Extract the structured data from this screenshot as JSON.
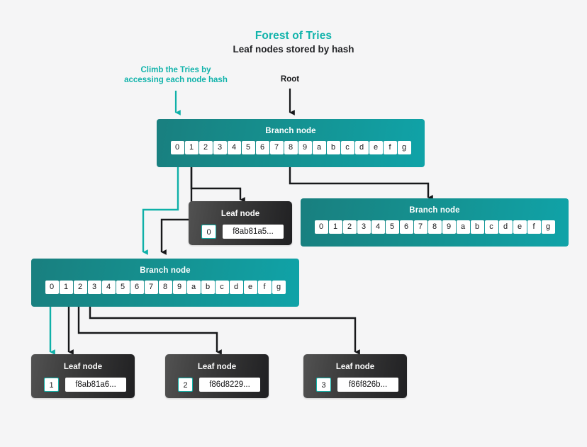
{
  "header": {
    "title": "Forest of Tries",
    "subtitle": "Leaf nodes stored by hash",
    "accent_color": "#11b3ab"
  },
  "annotations": {
    "climb": "Climb the Tries by\naccessing each node hash",
    "root": "Root"
  },
  "palette": {
    "background": "#f5f5f6",
    "branch_gradient_start": "#197f7f",
    "branch_gradient_end": "#10a3a8",
    "leaf_gradient_start": "#525252",
    "leaf_gradient_end": "#202022",
    "accent": "#11b3ab",
    "wire_dark": "#17181a",
    "wire_accent": "#0fb0a8"
  },
  "cell_keys": [
    "0",
    "1",
    "2",
    "3",
    "4",
    "5",
    "6",
    "7",
    "8",
    "9",
    "a",
    "b",
    "c",
    "d",
    "e",
    "f",
    "g"
  ],
  "nodes": {
    "root_branch": {
      "label": "Branch node",
      "keys": [
        "0",
        "1",
        "2",
        "3",
        "4",
        "5",
        "6",
        "7",
        "8",
        "9",
        "a",
        "b",
        "c",
        "d",
        "e",
        "f",
        "g"
      ]
    },
    "right_branch": {
      "label": "Branch node",
      "keys": [
        "0",
        "1",
        "2",
        "3",
        "4",
        "5",
        "6",
        "7",
        "8",
        "9",
        "a",
        "b",
        "c",
        "d",
        "e",
        "f",
        "g"
      ]
    },
    "left_branch": {
      "label": "Branch node",
      "keys": [
        "0",
        "1",
        "2",
        "3",
        "4",
        "5",
        "6",
        "7",
        "8",
        "9",
        "a",
        "b",
        "c",
        "d",
        "e",
        "f",
        "g"
      ]
    },
    "leaf_top": {
      "label": "Leaf node",
      "index": "0",
      "hash": "f8ab81a5..."
    },
    "leaf_one": {
      "label": "Leaf node",
      "index": "1",
      "hash": "f8ab81a6..."
    },
    "leaf_two": {
      "label": "Leaf node",
      "index": "2",
      "hash": "f86d8229..."
    },
    "leaf_three": {
      "label": "Leaf node",
      "index": "3",
      "hash": "f86f826b..."
    }
  }
}
